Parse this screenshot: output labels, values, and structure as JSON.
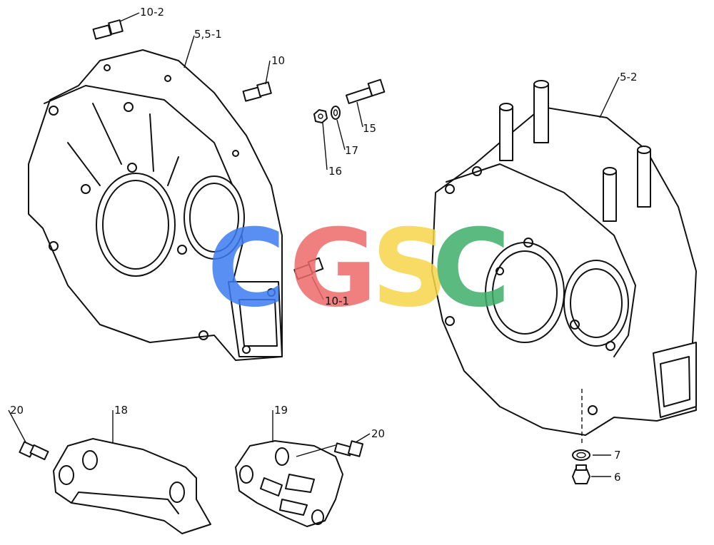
{
  "labels": {
    "bolt_10_2": "10-2",
    "housing_5": "5,5-1",
    "bolt_10": "10",
    "bolt_15": "15",
    "washer_17": "17",
    "nut_16": "16",
    "housing_5_2": "5-2",
    "bolt_10_1": "10-1",
    "bolt_20_left": "20",
    "bracket_18": "18",
    "bracket_19": "19",
    "bolt_20_right": "20",
    "washer_7": "7",
    "plug_6": "6"
  },
  "watermark": {
    "letters": [
      "C",
      "G",
      "S",
      "C"
    ],
    "colors": [
      "#3d7cf0",
      "#ee6a6a",
      "#f7d54a",
      "#3fae6a"
    ]
  }
}
